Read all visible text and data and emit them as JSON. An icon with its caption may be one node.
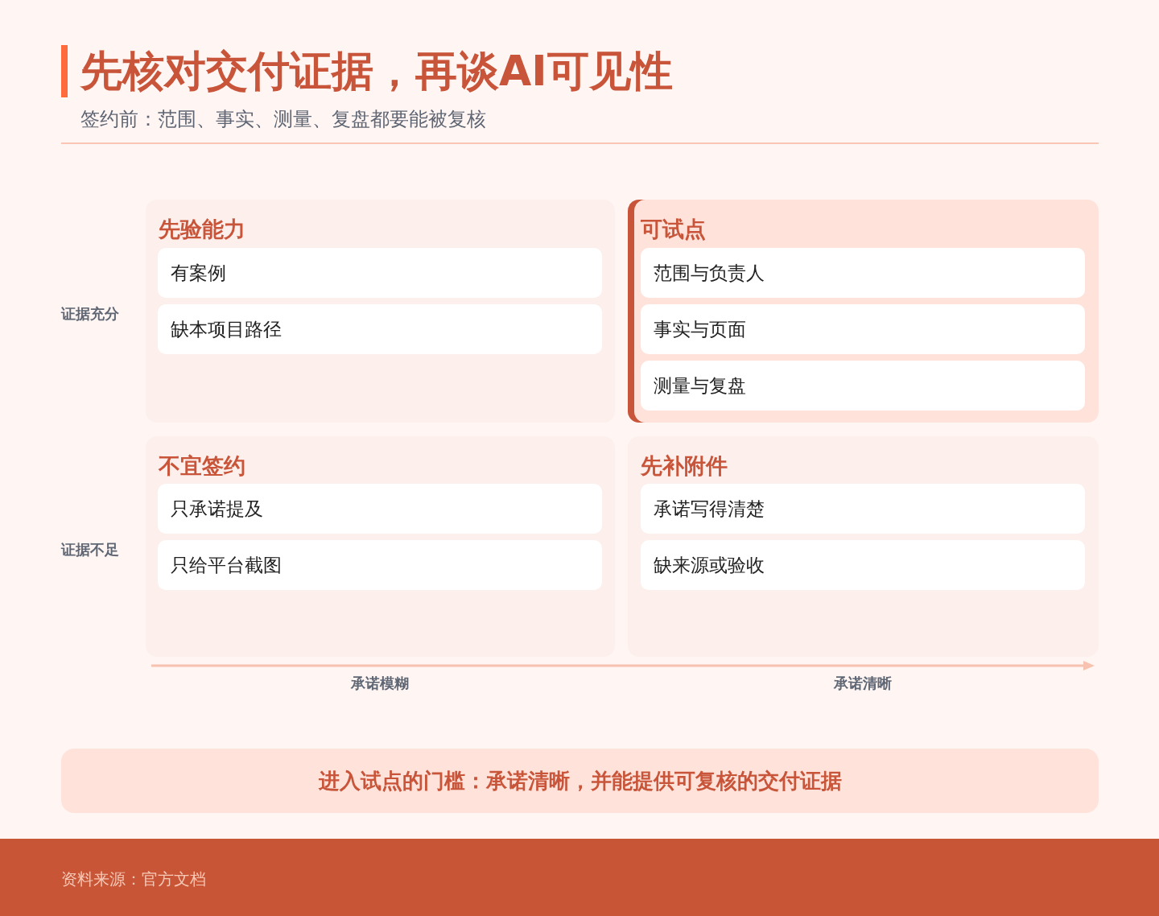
{
  "diagram": {
    "title": "先核对交付证据，再谈AI可见性",
    "nodes": [
      {
        "text": [
          "先验能力"
        ]
      },
      {
        "text": [
          "有案例"
        ],
        "in": 0
      },
      {
        "text": [
          "缺本项目路径"
        ],
        "in": 0
      },
      {
        "text": [
          "可试点"
        ]
      },
      {
        "text": [
          "范围与负责人"
        ],
        "in": 3
      },
      {
        "text": [
          "事实与页面"
        ],
        "in": 3
      },
      {
        "text": [
          "测量与复盘"
        ],
        "in": 3
      },
      {
        "text": [
          "不宜签约"
        ]
      },
      {
        "text": [
          "只承诺提及"
        ],
        "in": 7
      },
      {
        "text": [
          "只给平台截图"
        ],
        "in": 7
      },
      {
        "text": [
          "先补附件"
        ]
      },
      {
        "text": [
          "承诺写得清楚"
        ],
        "in": 10
      },
      {
        "text": [
          "缺来源或验收"
        ],
        "in": 10
      },
      {
        "text": [
          "进入试点的门槛：承诺清晰，并能提供可复核的交付证据"
        ]
      }
    ],
    "labels": [
      "签约前：范围、事实、测量、复盘都要能被复核",
      "证据充分",
      "证据不足",
      "承诺模糊",
      "承诺清晰",
      "资料来源：官方文档"
    ]
  }
}
